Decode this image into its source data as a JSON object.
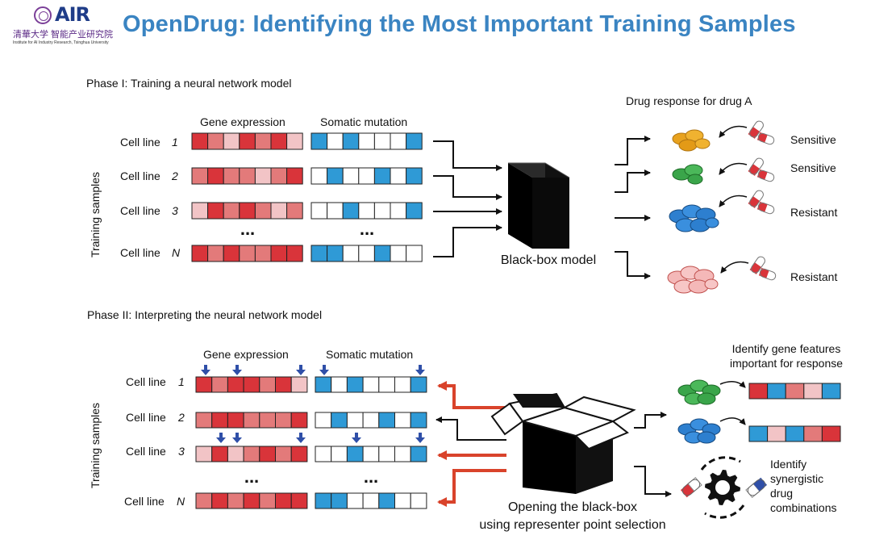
{
  "header": {
    "logo_text": "AIR",
    "logo_cn": "清華大学 智能产业研究院",
    "logo_en": "Institute for AI Industry Research, Tsinghua University",
    "title": "OpenDrug: Identifying the Most Important Training Samples"
  },
  "phase1": {
    "title": "Phase I: Training a neural network model",
    "col_gene": "Gene expression",
    "col_mut": "Somatic mutation",
    "side_label": "Training samples",
    "rows": [
      {
        "prefix": "Cell line",
        "id": "1"
      },
      {
        "prefix": "Cell line",
        "id": "2"
      },
      {
        "prefix": "Cell line",
        "id": "3"
      },
      {
        "prefix": "Cell line",
        "id": "N"
      }
    ],
    "ellipsis": "...",
    "model_label": "Black-box model",
    "response_title": "Drug response for drug A",
    "responses": [
      "Sensitive",
      "Sensitive",
      "Resistant",
      "Resistant"
    ]
  },
  "phase2": {
    "title": "Phase II: Interpreting the neural network model",
    "col_gene": "Gene expression",
    "col_mut": "Somatic mutation",
    "side_label": "Training samples",
    "rows": [
      {
        "prefix": "Cell line",
        "id": "1"
      },
      {
        "prefix": "Cell line",
        "id": "2"
      },
      {
        "prefix": "Cell line",
        "id": "3"
      },
      {
        "prefix": "Cell line",
        "id": "N"
      }
    ],
    "ellipsis": "...",
    "box_label_line1": "Opening the black-box",
    "box_label_line2": "using representer point selection",
    "feature_line1": "Identify gene features",
    "feature_line2": "important for response",
    "synergy_lines": [
      "Identify",
      "synergistic",
      "drug",
      "combinations"
    ]
  },
  "colors": {
    "title": "#3a84c2",
    "gene_dark": "#d9343a",
    "gene_mid": "#e37a7a",
    "gene_light": "#f2c4c6",
    "mut_blue": "#2f9ad6",
    "arrow_red": "#d9432b",
    "marker_blue": "#2f4fa8"
  }
}
